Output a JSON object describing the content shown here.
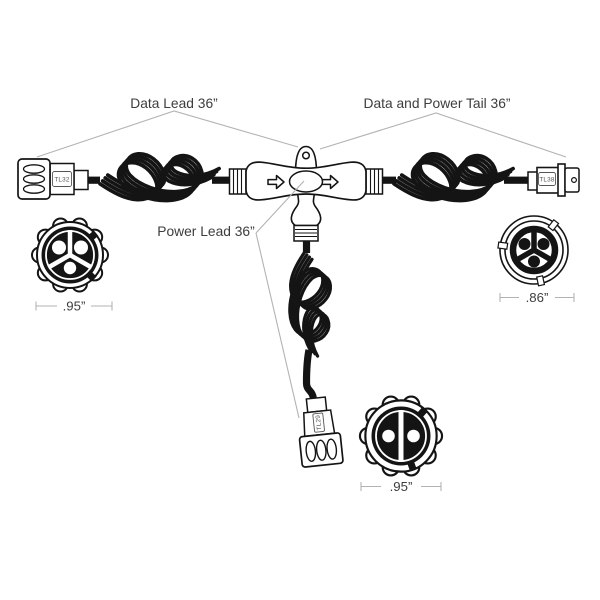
{
  "labels": {
    "data_lead": "Data Lead 36”",
    "data_power_tail": "Data and Power Tail 36”",
    "power_lead": "Power Lead 36”"
  },
  "connectors": {
    "left_plug_code": "TL32",
    "right_plug_code": "TL38",
    "bottom_plug_code": "TL29"
  },
  "dimensions": {
    "left_face": ".95”",
    "right_face": ".86”",
    "bottom_face": ".95”"
  },
  "colors": {
    "line": "#141414",
    "leader_gray": "#b3b3b3",
    "label_text": "#3d3d3d",
    "background": "#ffffff"
  }
}
